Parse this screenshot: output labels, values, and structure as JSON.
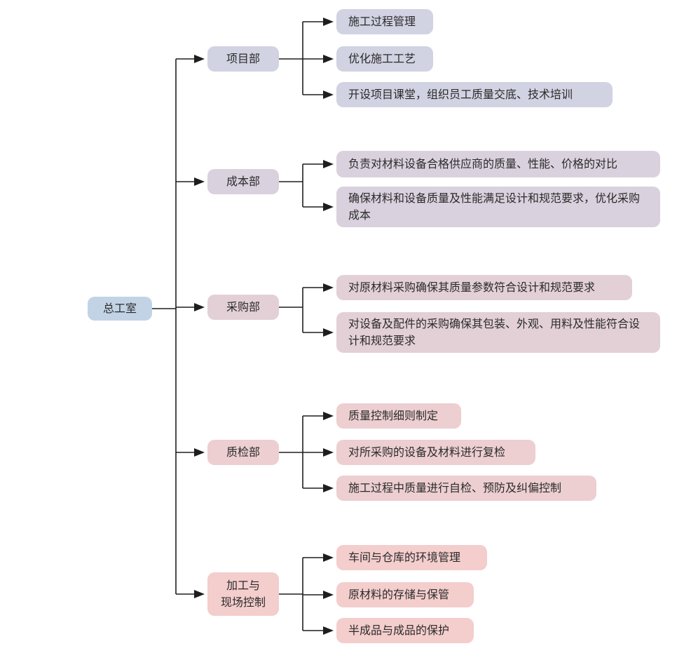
{
  "root": {
    "label": "总工室",
    "color": "#c2d3e5"
  },
  "departments": [
    {
      "label": "项目部",
      "color": "#d1d2e2",
      "children": [
        {
          "label": "施工过程管理",
          "color": "#d1d2e2"
        },
        {
          "label": "优化施工工艺",
          "color": "#d1d2e2"
        },
        {
          "label": "开设项目课堂，组织员工质量交底、技术培训",
          "color": "#d1d2e2"
        }
      ]
    },
    {
      "label": "成本部",
      "color": "#d9d1de",
      "children": [
        {
          "label": "负责对材料设备合格供应商的质量、性能、价格的对比",
          "color": "#d9d1de"
        },
        {
          "label": "确保材料和设备质量及性能满足设计和规范要求，优化采购成本",
          "color": "#d9d1de"
        }
      ]
    },
    {
      "label": "采购部",
      "color": "#e3d0d7",
      "children": [
        {
          "label": "对原材料采购确保其质量参数符合设计和规范要求",
          "color": "#e3d0d7"
        },
        {
          "label": "对设备及配件的采购确保其包装、外观、用料及性能符合设计和规范要求",
          "color": "#e3d0d7"
        }
      ]
    },
    {
      "label": "质检部",
      "color": "#edcfd1",
      "children": [
        {
          "label": "质量控制细则制定",
          "color": "#edcfd1"
        },
        {
          "label": "对所采购的设备及材料进行复检",
          "color": "#edcfd1"
        },
        {
          "label": "施工过程中质量进行自检、预防及纠偏控制",
          "color": "#edcfd1"
        }
      ]
    },
    {
      "label": "加工与\n现场控制",
      "color": "#f4cdcd",
      "children": [
        {
          "label": "车间与仓库的环境管理",
          "color": "#f4cdcd"
        },
        {
          "label": "原材料的存储与保管",
          "color": "#f4cdcd"
        },
        {
          "label": "半成品与成品的保护",
          "color": "#f4cdcd"
        }
      ]
    }
  ]
}
